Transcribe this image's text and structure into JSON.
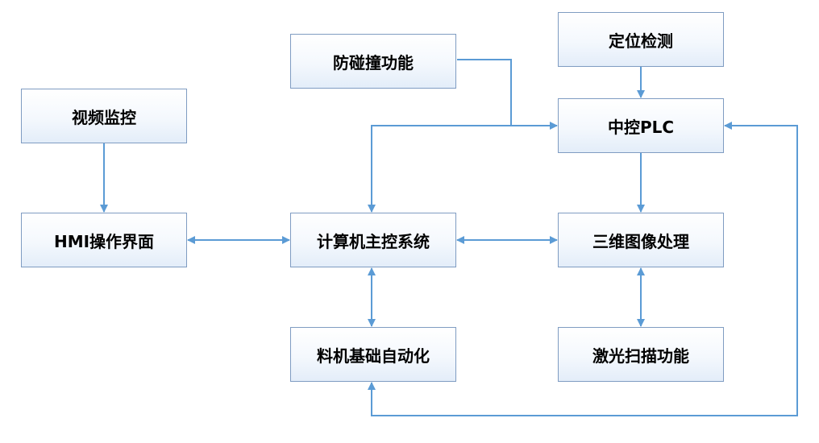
{
  "nodes": {
    "video_monitoring": "视频监控",
    "hmi_interface": "HMI操作界面",
    "anti_collision": "防碰撞功能",
    "computer_main_control": "计算机主控系统",
    "feeder_automation": "料机基础自动化",
    "positioning_detection": "定位检测",
    "central_plc": "中控PLC",
    "three_d_processing": "三维图像处理",
    "laser_scanning": "激光扫描功能"
  },
  "colors": {
    "connector": "#5b9bd5",
    "node_border": "#7f9cc2",
    "node_fill_top": "#ffffff",
    "node_fill_bottom": "#e3edf9"
  },
  "connections": [
    {
      "from": "video_monitoring",
      "to": "hmi_interface",
      "direction": "one-way"
    },
    {
      "from": "hmi_interface",
      "to": "computer_main_control",
      "direction": "two-way"
    },
    {
      "from": "computer_main_control",
      "to": "three_d_processing",
      "direction": "two-way"
    },
    {
      "from": "computer_main_control",
      "to": "feeder_automation",
      "direction": "two-way"
    },
    {
      "from": "three_d_processing",
      "to": "laser_scanning",
      "direction": "two-way"
    },
    {
      "from": "positioning_detection",
      "to": "central_plc",
      "direction": "one-way"
    },
    {
      "from": "anti_collision",
      "to": "central_plc",
      "direction": "one-way"
    },
    {
      "from": "central_plc",
      "to": "three_d_processing",
      "direction": "one-way"
    },
    {
      "from": "central_plc",
      "to": "computer_main_control",
      "direction": "one-way"
    },
    {
      "from": "feeder_automation",
      "to": "central_plc",
      "direction": "two-way"
    }
  ]
}
